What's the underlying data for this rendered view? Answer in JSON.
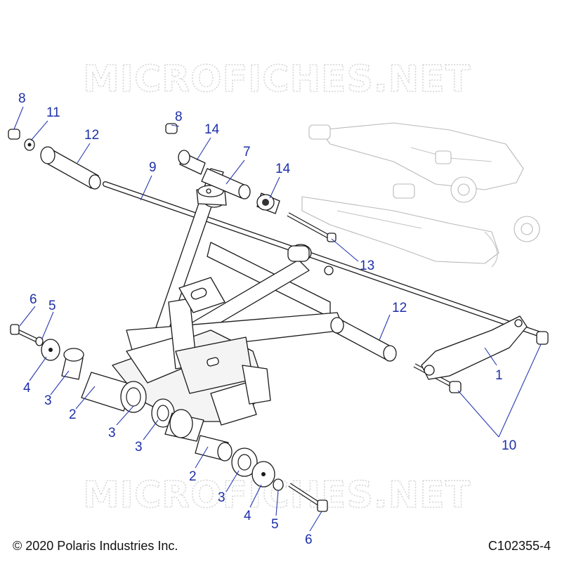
{
  "watermark": "MICROFICHES.NET",
  "footer": {
    "copyright": "© 2020 Polaris Industries Inc.",
    "drawing_number": "C102355-4"
  },
  "callouts": [
    {
      "id": "c8a",
      "label": "8"
    },
    {
      "id": "c11",
      "label": "11"
    },
    {
      "id": "c12a",
      "label": "12"
    },
    {
      "id": "c8b",
      "label": "8"
    },
    {
      "id": "c14a",
      "label": "14"
    },
    {
      "id": "c9",
      "label": "9"
    },
    {
      "id": "c7",
      "label": "7"
    },
    {
      "id": "c14b",
      "label": "14"
    },
    {
      "id": "c13",
      "label": "13"
    },
    {
      "id": "c6a",
      "label": "6"
    },
    {
      "id": "c5a",
      "label": "5"
    },
    {
      "id": "c12b",
      "label": "12"
    },
    {
      "id": "c4a",
      "label": "4"
    },
    {
      "id": "c3a",
      "label": "3"
    },
    {
      "id": "c2a",
      "label": "2"
    },
    {
      "id": "c3b",
      "label": "3"
    },
    {
      "id": "c1",
      "label": "1"
    },
    {
      "id": "c3c",
      "label": "3"
    },
    {
      "id": "c10",
      "label": "10"
    },
    {
      "id": "c2b",
      "label": "2"
    },
    {
      "id": "c3d",
      "label": "3"
    },
    {
      "id": "c4b",
      "label": "4"
    },
    {
      "id": "c5b",
      "label": "5"
    },
    {
      "id": "c6b",
      "label": "6"
    }
  ]
}
